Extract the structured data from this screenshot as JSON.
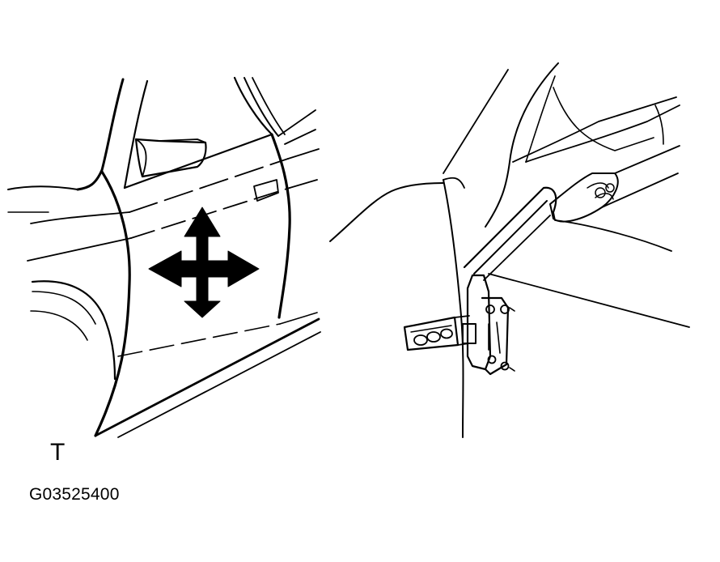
{
  "figure": {
    "view_label": "T",
    "figure_code": "G03525400",
    "left_panel": "door-adjustment-arrows",
    "right_panel": "door-hinge-detail",
    "line_color": "#000000",
    "background_color": "#ffffff"
  }
}
